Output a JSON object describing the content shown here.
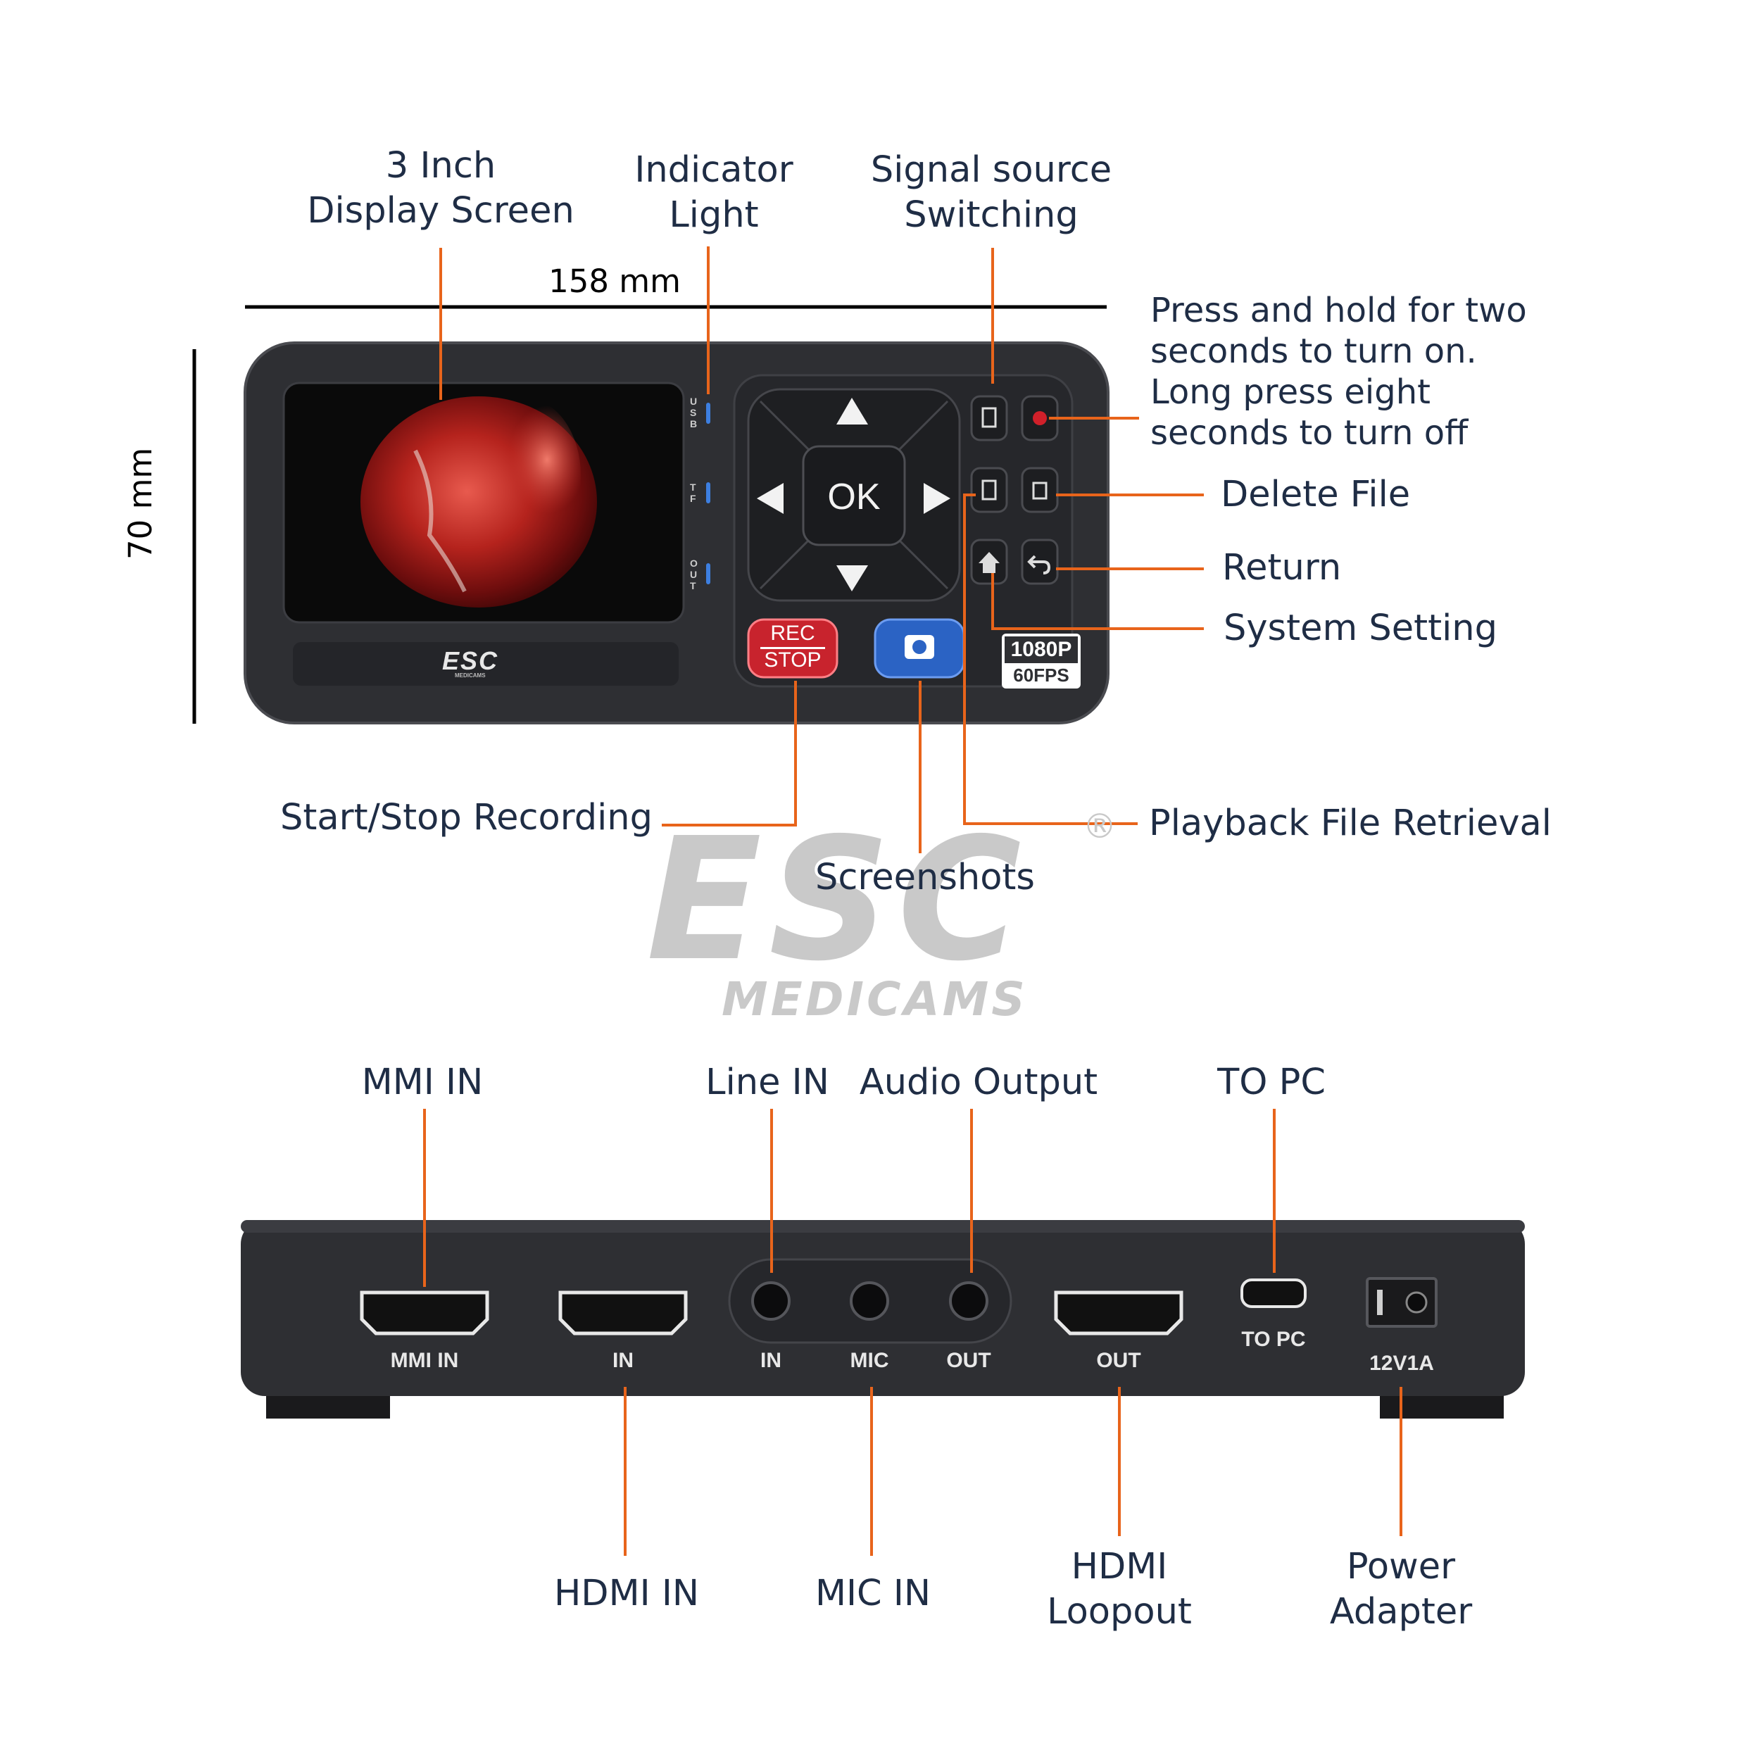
{
  "dimensions": {
    "width": "158 mm",
    "height": "70 mm"
  },
  "front_labels": {
    "display": [
      "3 Inch",
      "Display Screen"
    ],
    "indicator": [
      "Indicator",
      "Light"
    ],
    "signal": [
      "Signal source",
      "Switching"
    ],
    "power": [
      "Press and hold for two",
      "seconds to turn on.",
      "Long press eight",
      "seconds to turn off"
    ],
    "delete": "Delete File",
    "return": "Return",
    "system": "System Setting",
    "record": "Start/Stop Recording",
    "screenshots": "Screenshots",
    "playback": "Playback File Retrieval"
  },
  "device_front": {
    "logo": "ESC",
    "logo_sub": "MEDICAMS",
    "indicators": [
      "USB",
      "TF",
      "OUT"
    ],
    "ok": "OK",
    "rec": "REC",
    "stop": "STOP",
    "badge_res": "1080P",
    "badge_fps": "60FPS"
  },
  "watermark": {
    "brand": "ESC",
    "sub": "MEDICAMS",
    "reg": "®"
  },
  "back_top_labels": {
    "mmi": "MMI IN",
    "line": "Line IN",
    "audio": "Audio Output",
    "topc": "TO PC"
  },
  "back_ports": {
    "mmi": "MMI IN",
    "hdmi_in": "IN",
    "line_in": "IN",
    "mic": "MIC",
    "out": "OUT",
    "hdmi_out": "OUT",
    "topc": "TO PC",
    "power": "12V1A"
  },
  "back_bottom_labels": {
    "hdmi_in": "HDMI IN",
    "mic_in": "MIC IN",
    "loopout": [
      "HDMI",
      "Loopout"
    ],
    "power": [
      "Power",
      "Adapter"
    ]
  },
  "colors": {
    "leader": "#e8641b",
    "text": "#1f2d45",
    "device": "#2e2f33",
    "rec": "#c8232d",
    "camera": "#2b63c4"
  }
}
